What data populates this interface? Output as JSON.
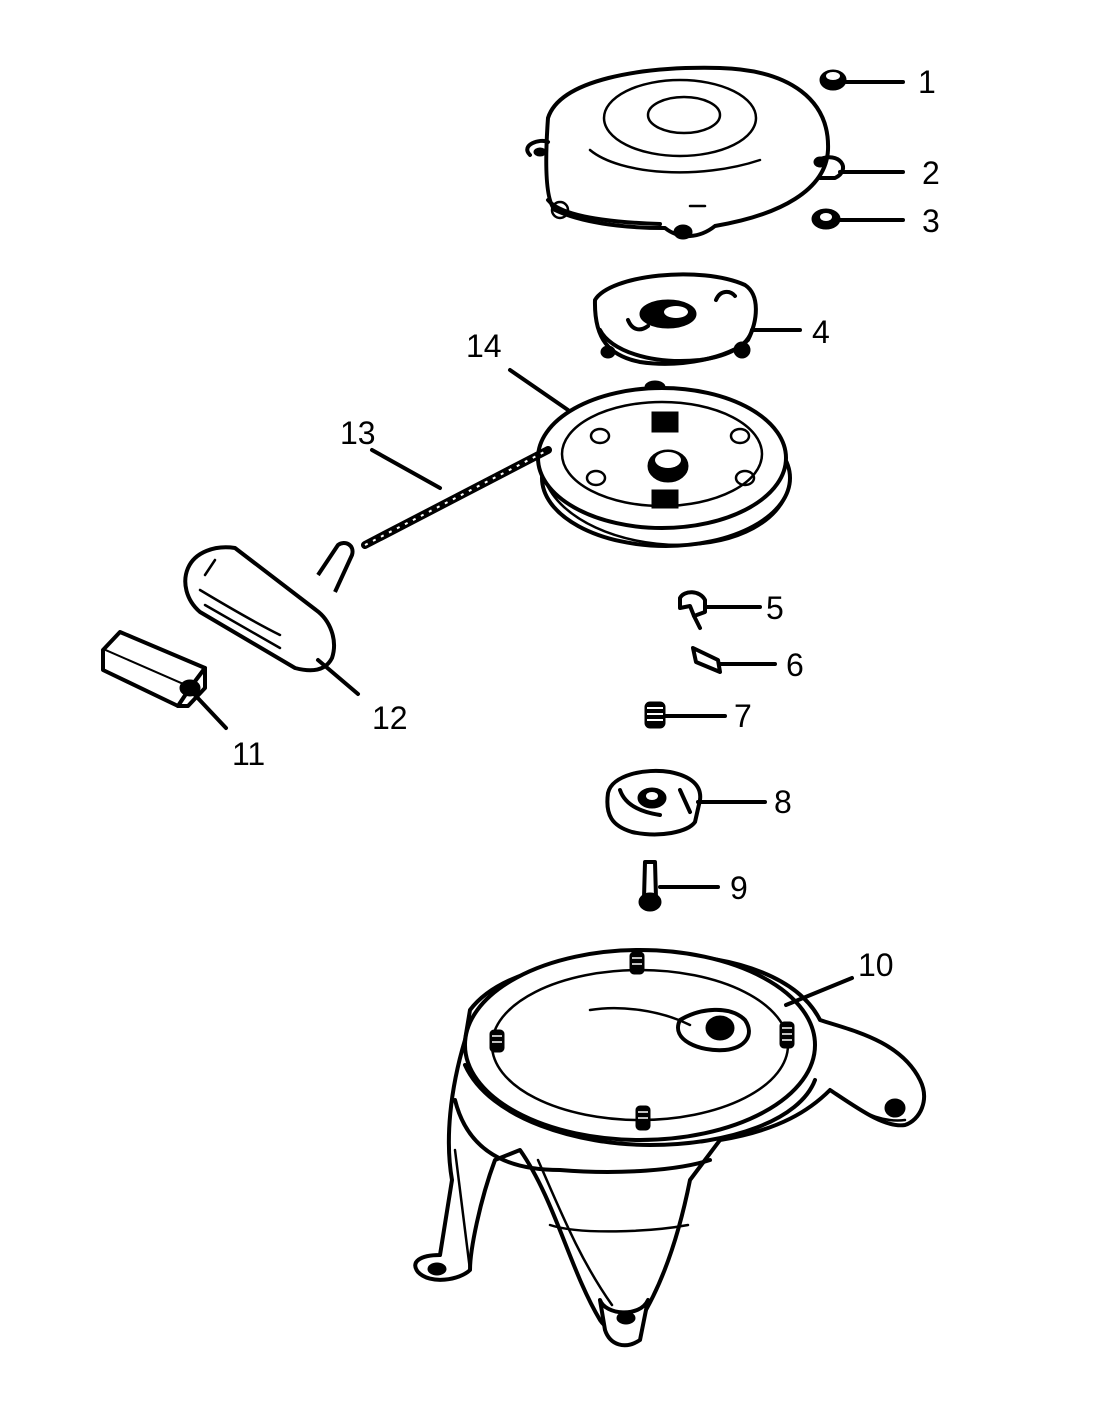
{
  "diagram": {
    "colors": {
      "ink": "#000000",
      "paper": "#ffffff"
    },
    "callouts": [
      {
        "id": "1",
        "label": "1"
      },
      {
        "id": "2",
        "label": "2"
      },
      {
        "id": "3",
        "label": "3"
      },
      {
        "id": "4",
        "label": "4"
      },
      {
        "id": "5",
        "label": "5"
      },
      {
        "id": "6",
        "label": "6"
      },
      {
        "id": "7",
        "label": "7"
      },
      {
        "id": "8",
        "label": "8"
      },
      {
        "id": "9",
        "label": "9"
      },
      {
        "id": "10",
        "label": "10"
      },
      {
        "id": "11",
        "label": "11"
      },
      {
        "id": "12",
        "label": "12"
      },
      {
        "id": "13",
        "label": "13"
      },
      {
        "id": "14",
        "label": "14"
      }
    ]
  }
}
